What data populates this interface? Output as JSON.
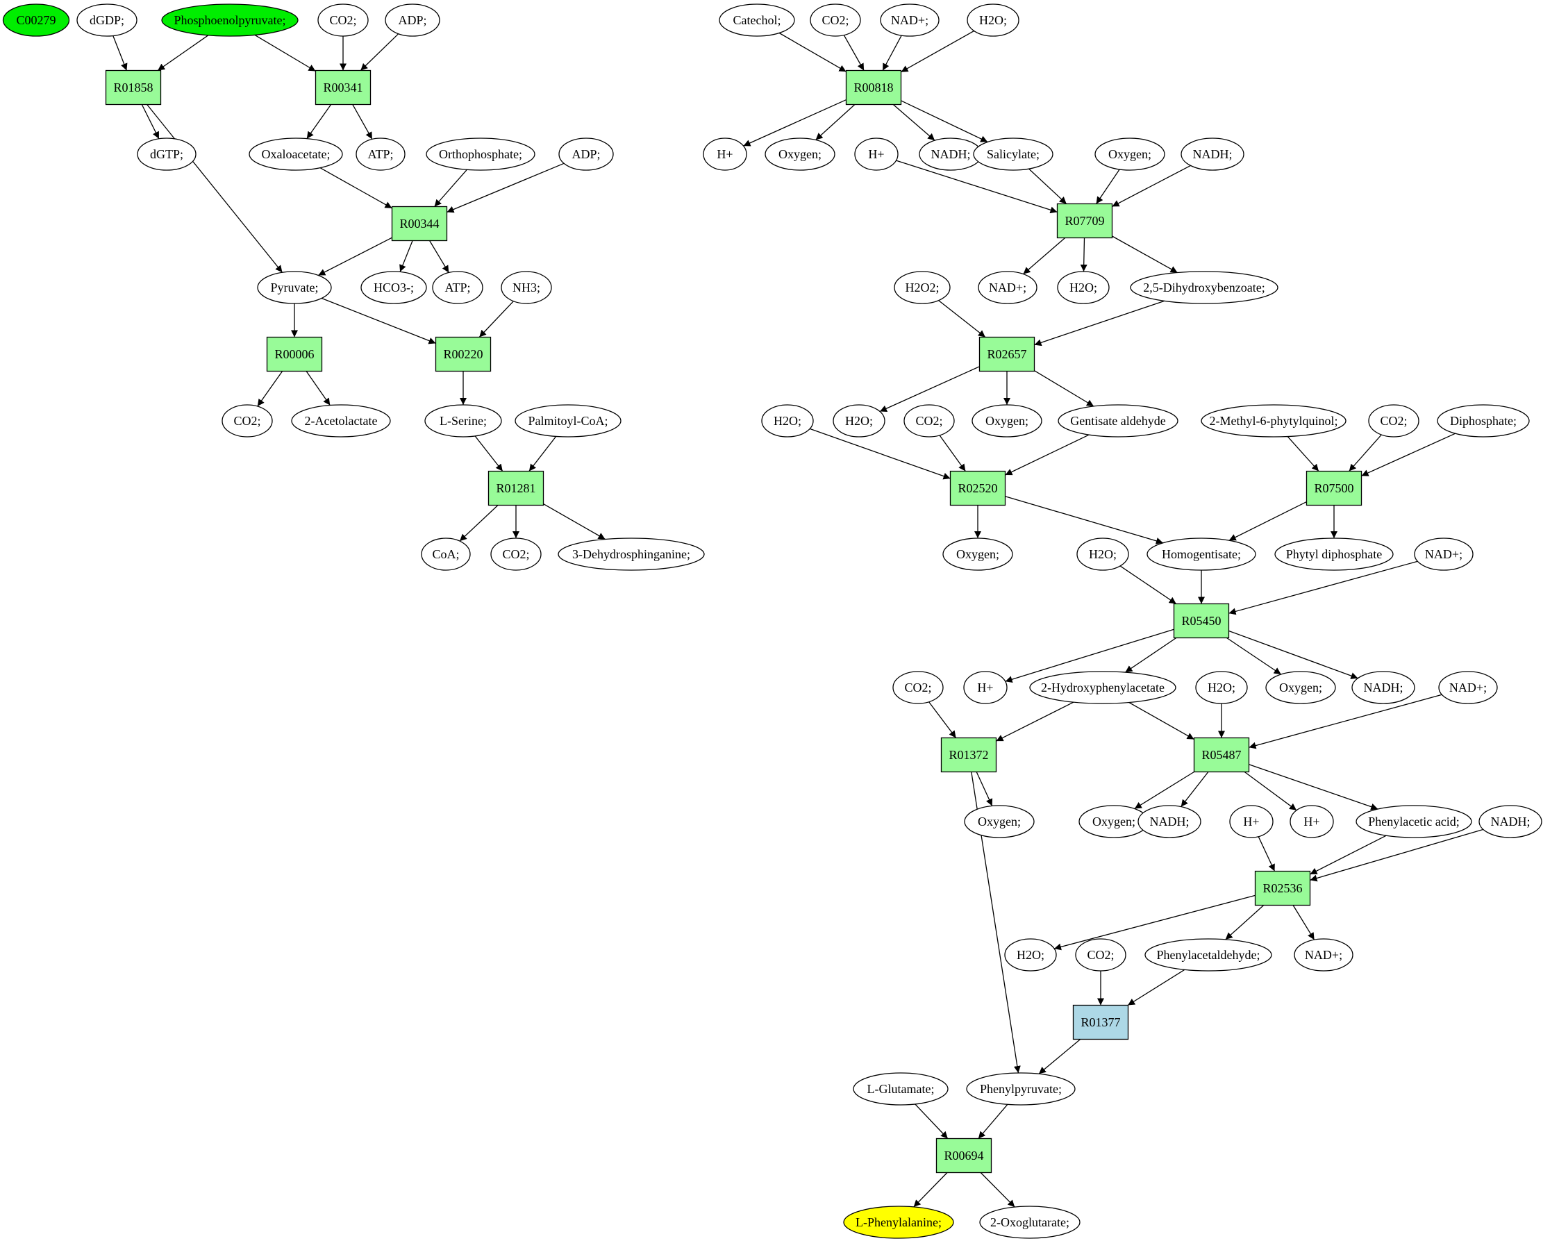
{
  "colors": {
    "reaction_fill": "#98fb98",
    "reaction_highlight_fill": "#add8e6",
    "compound_fill": "#ffffff",
    "start_fill": "#00ee00",
    "target_fill": "#ffff00",
    "stroke": "#000000"
  },
  "reactions": [
    {
      "id": "R01858",
      "label": "R01858",
      "style": "normal"
    },
    {
      "id": "R00341",
      "label": "R00341",
      "style": "normal"
    },
    {
      "id": "R00344",
      "label": "R00344",
      "style": "normal"
    },
    {
      "id": "R00006",
      "label": "R00006",
      "style": "normal"
    },
    {
      "id": "R00220",
      "label": "R00220",
      "style": "normal"
    },
    {
      "id": "R01281",
      "label": "R01281",
      "style": "normal"
    },
    {
      "id": "R00818",
      "label": "R00818",
      "style": "normal"
    },
    {
      "id": "R07709",
      "label": "R07709",
      "style": "normal"
    },
    {
      "id": "R02657",
      "label": "R02657",
      "style": "normal"
    },
    {
      "id": "R02520",
      "label": "R02520",
      "style": "normal"
    },
    {
      "id": "R07500",
      "label": "R07500",
      "style": "normal"
    },
    {
      "id": "R05450",
      "label": "R05450",
      "style": "normal"
    },
    {
      "id": "R01372",
      "label": "R01372",
      "style": "normal"
    },
    {
      "id": "R05487",
      "label": "R05487",
      "style": "normal"
    },
    {
      "id": "R02536",
      "label": "R02536",
      "style": "normal"
    },
    {
      "id": "R01377",
      "label": "R01377",
      "style": "highlight"
    },
    {
      "id": "R00694",
      "label": "R00694",
      "style": "normal"
    }
  ],
  "compounds": [
    {
      "id": "c_C00279",
      "label": "C00279",
      "style": "start"
    },
    {
      "id": "c_dGDP",
      "label": "dGDP;",
      "style": "normal"
    },
    {
      "id": "c_PEP",
      "label": "Phosphoenolpyruvate;",
      "style": "start"
    },
    {
      "id": "c_CO2_a",
      "label": "CO2;",
      "style": "normal"
    },
    {
      "id": "c_ADP_a",
      "label": "ADP;",
      "style": "normal"
    },
    {
      "id": "c_dGTP",
      "label": "dGTP;",
      "style": "normal"
    },
    {
      "id": "c_Oxaloacetate",
      "label": "Oxaloacetate;",
      "style": "normal"
    },
    {
      "id": "c_ATP_a",
      "label": "ATP;",
      "style": "normal"
    },
    {
      "id": "c_Orthophosphate",
      "label": "Orthophosphate;",
      "style": "normal"
    },
    {
      "id": "c_ADP_b",
      "label": "ADP;",
      "style": "normal"
    },
    {
      "id": "c_Pyruvate",
      "label": "Pyruvate;",
      "style": "normal"
    },
    {
      "id": "c_HCO3",
      "label": "HCO3-;",
      "style": "normal"
    },
    {
      "id": "c_ATP_b",
      "label": "ATP;",
      "style": "normal"
    },
    {
      "id": "c_NH3",
      "label": "NH3;",
      "style": "normal"
    },
    {
      "id": "c_CO2_b",
      "label": "CO2;",
      "style": "normal"
    },
    {
      "id": "c_Acetolactate",
      "label": "2-Acetolactate",
      "style": "normal"
    },
    {
      "id": "c_LSerine",
      "label": "L-Serine;",
      "style": "normal"
    },
    {
      "id": "c_PalmitoylCoA",
      "label": "Palmitoyl-CoA;",
      "style": "normal"
    },
    {
      "id": "c_CoA",
      "label": "CoA;",
      "style": "normal"
    },
    {
      "id": "c_CO2_c",
      "label": "CO2;",
      "style": "normal"
    },
    {
      "id": "c_Dehydrosphinganine",
      "label": "3-Dehydrosphinganine;",
      "style": "normal"
    },
    {
      "id": "c_Catechol",
      "label": "Catechol;",
      "style": "normal"
    },
    {
      "id": "c_CO2_d",
      "label": "CO2;",
      "style": "normal"
    },
    {
      "id": "c_NADp_a",
      "label": "NAD+;",
      "style": "normal"
    },
    {
      "id": "c_H2O_a",
      "label": "H2O;",
      "style": "normal"
    },
    {
      "id": "c_Hp_a",
      "label": "H+",
      "style": "normal"
    },
    {
      "id": "c_Oxygen_a",
      "label": "Oxygen;",
      "style": "normal"
    },
    {
      "id": "c_Hp_b",
      "label": "H+",
      "style": "normal"
    },
    {
      "id": "c_NADH_a",
      "label": "NADH;",
      "style": "normal"
    },
    {
      "id": "c_Salicylate",
      "label": "Salicylate;",
      "style": "normal"
    },
    {
      "id": "c_Oxygen_b",
      "label": "Oxygen;",
      "style": "normal"
    },
    {
      "id": "c_NADH_b",
      "label": "NADH;",
      "style": "normal"
    },
    {
      "id": "c_H2O2",
      "label": "H2O2;",
      "style": "normal"
    },
    {
      "id": "c_NADp_b",
      "label": "NAD+;",
      "style": "normal"
    },
    {
      "id": "c_H2O_b",
      "label": "H2O;",
      "style": "normal"
    },
    {
      "id": "c_Dihydroxybenzoate",
      "label": "2,5-Dihydroxybenzoate;",
      "style": "normal"
    },
    {
      "id": "c_H2O_c",
      "label": "H2O;",
      "style": "normal"
    },
    {
      "id": "c_H2O_d",
      "label": "H2O;",
      "style": "normal"
    },
    {
      "id": "c_CO2_e",
      "label": "CO2;",
      "style": "normal"
    },
    {
      "id": "c_Oxygen_c",
      "label": "Oxygen;",
      "style": "normal"
    },
    {
      "id": "c_Gentisate",
      "label": "Gentisate aldehyde",
      "style": "normal"
    },
    {
      "id": "c_Phytylquinol",
      "label": "2-Methyl-6-phytylquinol;",
      "style": "normal"
    },
    {
      "id": "c_CO2_f",
      "label": "CO2;",
      "style": "normal"
    },
    {
      "id": "c_Diphosphate",
      "label": "Diphosphate;",
      "style": "normal"
    },
    {
      "id": "c_Oxygen_d",
      "label": "Oxygen;",
      "style": "normal"
    },
    {
      "id": "c_H2O_e",
      "label": "H2O;",
      "style": "normal"
    },
    {
      "id": "c_Homogentisate",
      "label": "Homogentisate;",
      "style": "normal"
    },
    {
      "id": "c_PhytylDP",
      "label": "Phytyl diphosphate",
      "style": "normal"
    },
    {
      "id": "c_NADp_c",
      "label": "NAD+;",
      "style": "normal"
    },
    {
      "id": "c_CO2_g",
      "label": "CO2;",
      "style": "normal"
    },
    {
      "id": "c_Hp_c",
      "label": "H+",
      "style": "normal"
    },
    {
      "id": "c_HPA",
      "label": "2-Hydroxyphenylacetate",
      "style": "normal"
    },
    {
      "id": "c_H2O_f",
      "label": "H2O;",
      "style": "normal"
    },
    {
      "id": "c_Oxygen_e",
      "label": "Oxygen;",
      "style": "normal"
    },
    {
      "id": "c_NADH_c",
      "label": "NADH;",
      "style": "normal"
    },
    {
      "id": "c_NADp_d",
      "label": "NAD+;",
      "style": "normal"
    },
    {
      "id": "c_Oxygen_f",
      "label": "Oxygen;",
      "style": "normal"
    },
    {
      "id": "c_Oxygen_g",
      "label": "Oxygen;",
      "style": "normal"
    },
    {
      "id": "c_NADH_d",
      "label": "NADH;",
      "style": "normal"
    },
    {
      "id": "c_Hp_d",
      "label": "H+",
      "style": "normal"
    },
    {
      "id": "c_Hp_e",
      "label": "H+",
      "style": "normal"
    },
    {
      "id": "c_PhenylaceticAcid",
      "label": "Phenylacetic acid;",
      "style": "normal"
    },
    {
      "id": "c_NADH_e",
      "label": "NADH;",
      "style": "normal"
    },
    {
      "id": "c_H2O_g",
      "label": "H2O;",
      "style": "normal"
    },
    {
      "id": "c_CO2_h",
      "label": "CO2;",
      "style": "normal"
    },
    {
      "id": "c_Phenylacetaldehyde",
      "label": "Phenylacetaldehyde;",
      "style": "normal"
    },
    {
      "id": "c_NADp_e",
      "label": "NAD+;",
      "style": "normal"
    },
    {
      "id": "c_LGlutamate",
      "label": "L-Glutamate;",
      "style": "normal"
    },
    {
      "id": "c_Phenylpyruvate",
      "label": "Phenylpyruvate;",
      "style": "normal"
    },
    {
      "id": "c_LPhenylalanine",
      "label": "L-Phenylalanine;",
      "style": "target"
    },
    {
      "id": "c_Oxoglutarate",
      "label": "2-Oxoglutarate;",
      "style": "normal"
    }
  ],
  "edges": [
    [
      "c_dGDP",
      "R01858"
    ],
    [
      "c_PEP",
      "R01858"
    ],
    [
      "R01858",
      "c_dGTP"
    ],
    [
      "R01858",
      "c_Pyruvate"
    ],
    [
      "c_PEP",
      "R00341"
    ],
    [
      "c_CO2_a",
      "R00341"
    ],
    [
      "c_ADP_a",
      "R00341"
    ],
    [
      "R00341",
      "c_Oxaloacetate"
    ],
    [
      "R00341",
      "c_ATP_a"
    ],
    [
      "c_Oxaloacetate",
      "R00344"
    ],
    [
      "c_Orthophosphate",
      "R00344"
    ],
    [
      "c_ADP_b",
      "R00344"
    ],
    [
      "R00344",
      "c_Pyruvate"
    ],
    [
      "R00344",
      "c_HCO3"
    ],
    [
      "R00344",
      "c_ATP_b"
    ],
    [
      "c_Pyruvate",
      "R00006"
    ],
    [
      "R00006",
      "c_CO2_b"
    ],
    [
      "R00006",
      "c_Acetolactate"
    ],
    [
      "c_Pyruvate",
      "R00220"
    ],
    [
      "c_NH3",
      "R00220"
    ],
    [
      "R00220",
      "c_LSerine"
    ],
    [
      "c_LSerine",
      "R01281"
    ],
    [
      "c_PalmitoylCoA",
      "R01281"
    ],
    [
      "R01281",
      "c_CoA"
    ],
    [
      "R01281",
      "c_CO2_c"
    ],
    [
      "R01281",
      "c_Dehydrosphinganine"
    ],
    [
      "c_Catechol",
      "R00818"
    ],
    [
      "c_CO2_d",
      "R00818"
    ],
    [
      "c_NADp_a",
      "R00818"
    ],
    [
      "c_H2O_a",
      "R00818"
    ],
    [
      "R00818",
      "c_Hp_a"
    ],
    [
      "R00818",
      "c_Oxygen_a"
    ],
    [
      "R00818",
      "c_NADH_a"
    ],
    [
      "R00818",
      "c_Salicylate"
    ],
    [
      "c_Hp_b",
      "R07709"
    ],
    [
      "c_Salicylate",
      "R07709"
    ],
    [
      "c_Oxygen_b",
      "R07709"
    ],
    [
      "c_NADH_b",
      "R07709"
    ],
    [
      "R07709",
      "c_NADp_b"
    ],
    [
      "R07709",
      "c_H2O_b"
    ],
    [
      "R07709",
      "c_Dihydroxybenzoate"
    ],
    [
      "c_H2O2",
      "R02657"
    ],
    [
      "c_Dihydroxybenzoate",
      "R02657"
    ],
    [
      "R02657",
      "c_H2O_d"
    ],
    [
      "R02657",
      "c_Oxygen_c"
    ],
    [
      "R02657",
      "c_Gentisate"
    ],
    [
      "c_H2O_c",
      "R02520"
    ],
    [
      "c_CO2_e",
      "R02520"
    ],
    [
      "c_Gentisate",
      "R02520"
    ],
    [
      "R02520",
      "c_Oxygen_d"
    ],
    [
      "R02520",
      "c_Homogentisate"
    ],
    [
      "c_Phytylquinol",
      "R07500"
    ],
    [
      "c_CO2_f",
      "R07500"
    ],
    [
      "c_Diphosphate",
      "R07500"
    ],
    [
      "R07500",
      "c_Homogentisate"
    ],
    [
      "R07500",
      "c_PhytylDP"
    ],
    [
      "c_H2O_e",
      "R05450"
    ],
    [
      "c_Homogentisate",
      "R05450"
    ],
    [
      "c_NADp_c",
      "R05450"
    ],
    [
      "R05450",
      "c_Hp_c"
    ],
    [
      "R05450",
      "c_HPA"
    ],
    [
      "R05450",
      "c_Oxygen_e"
    ],
    [
      "R05450",
      "c_NADH_c"
    ],
    [
      "c_CO2_g",
      "R01372"
    ],
    [
      "c_HPA",
      "R01372"
    ],
    [
      "R01372",
      "c_Oxygen_f"
    ],
    [
      "R01372",
      "c_Phenylpyruvate"
    ],
    [
      "c_HPA",
      "R05487"
    ],
    [
      "c_H2O_f",
      "R05487"
    ],
    [
      "c_NADp_d",
      "R05487"
    ],
    [
      "R05487",
      "c_Oxygen_g"
    ],
    [
      "R05487",
      "c_NADH_d"
    ],
    [
      "R05487",
      "c_Hp_e"
    ],
    [
      "R05487",
      "c_PhenylaceticAcid"
    ],
    [
      "c_Hp_d",
      "R02536"
    ],
    [
      "c_PhenylaceticAcid",
      "R02536"
    ],
    [
      "c_NADH_e",
      "R02536"
    ],
    [
      "R02536",
      "c_H2O_g"
    ],
    [
      "R02536",
      "c_Phenylacetaldehyde"
    ],
    [
      "R02536",
      "c_NADp_e"
    ],
    [
      "c_CO2_h",
      "R01377"
    ],
    [
      "c_Phenylacetaldehyde",
      "R01377"
    ],
    [
      "R01377",
      "c_Phenylpyruvate"
    ],
    [
      "c_LGlutamate",
      "R00694"
    ],
    [
      "c_Phenylpyruvate",
      "R00694"
    ],
    [
      "R00694",
      "c_LPhenylalanine"
    ],
    [
      "R00694",
      "c_Oxoglutarate"
    ]
  ]
}
